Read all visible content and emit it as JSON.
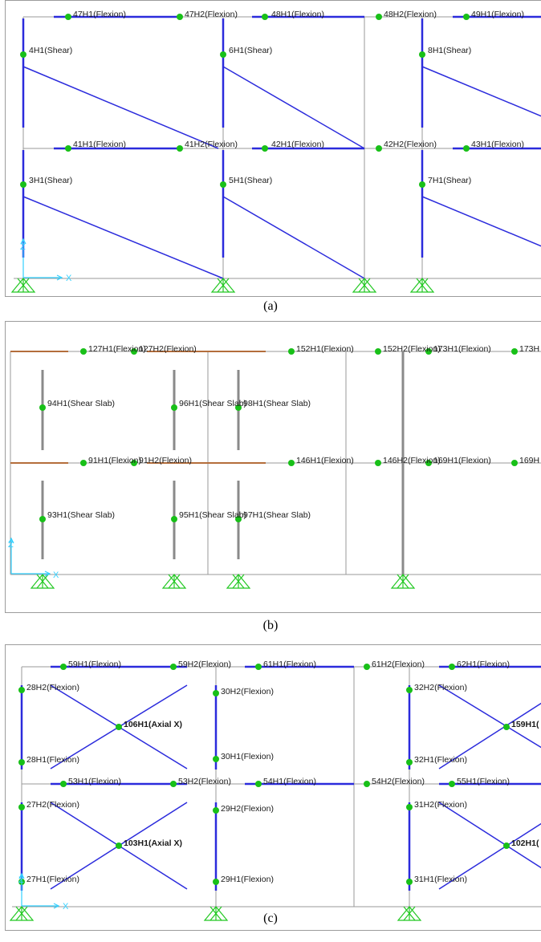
{
  "colors": {
    "frame_line": "#9a9a9a",
    "member_blue": "#2b2bdc",
    "slab_brown": "#b46e3c",
    "wall_gray": "#8a8a8a",
    "hinge_green": "#18c018",
    "support_green": "#22c822",
    "axis_cyan": "#33d0ff",
    "panel_border": "#9c9c9c"
  },
  "icons": {
    "hinge": "green-dot-icon",
    "support": "pin-support-icon",
    "axes": "axis-triad-icon"
  },
  "captions": {
    "a": "(a)",
    "b": "(b)",
    "c": "(c)"
  },
  "panel_a": {
    "labels": [
      "47H1(Flexion)",
      "47H2(Flexion)",
      "48H1(Flexion)",
      "48H2(Flexion)",
      "49H1(Flexion)",
      "4H1(Shear)",
      "6H1(Shear)",
      "8H1(Shear)",
      "41H1(Flexion)",
      "41H2(Flexion)",
      "42H1(Flexion)",
      "42H2(Flexion)",
      "43H1(Flexion)",
      "3H1(Shear)",
      "5H1(Shear)",
      "7H1(Shear)"
    ],
    "axis_labels": [
      "Z",
      "X"
    ]
  },
  "panel_b": {
    "labels": [
      "127H1(Flexion)",
      "127H2(Flexion)",
      "152H1(Flexion)",
      "152H2(Flexion)",
      "173H1(Flexion)",
      "173H",
      "94H1(Shear Slab)",
      "96H1(Shear Slab)",
      "98H1(Shear Slab)",
      "91H1(Flexion)",
      "91H2(Flexion)",
      "146H1(Flexion)",
      "146H2(Flexion)",
      "169H1(Flexion)",
      "169H",
      "93H1(Shear Slab)",
      "95H1(Shear Slab)",
      "97H1(Shear Slab)"
    ],
    "axis_labels": [
      "Z",
      "X"
    ]
  },
  "panel_c": {
    "labels": [
      "59H1(Flexion)",
      "59H2(Flexion)",
      "61H1(Flexion)",
      "61H2(Flexion)",
      "62H1(Flexion)",
      "28H2(Flexion)",
      "30H2(Flexion)",
      "32H2(Flexion)",
      "106H1(Axial X)",
      "159H1(",
      "28H1(Flexion)",
      "30H1(Flexion)",
      "32H1(Flexion)",
      "53H1(Flexion)",
      "53H2(Flexion)",
      "54H1(Flexion)",
      "54H2(Flexion)",
      "55H1(Flexion)",
      "27H2(Flexion)",
      "29H2(Flexion)",
      "31H2(Flexion)",
      "103H1(Axial X)",
      "102H1(",
      "27H1(Flexion)",
      "29H1(Flexion)",
      "31H1(Flexion)"
    ],
    "axis_labels": [
      "Z",
      "X"
    ]
  }
}
